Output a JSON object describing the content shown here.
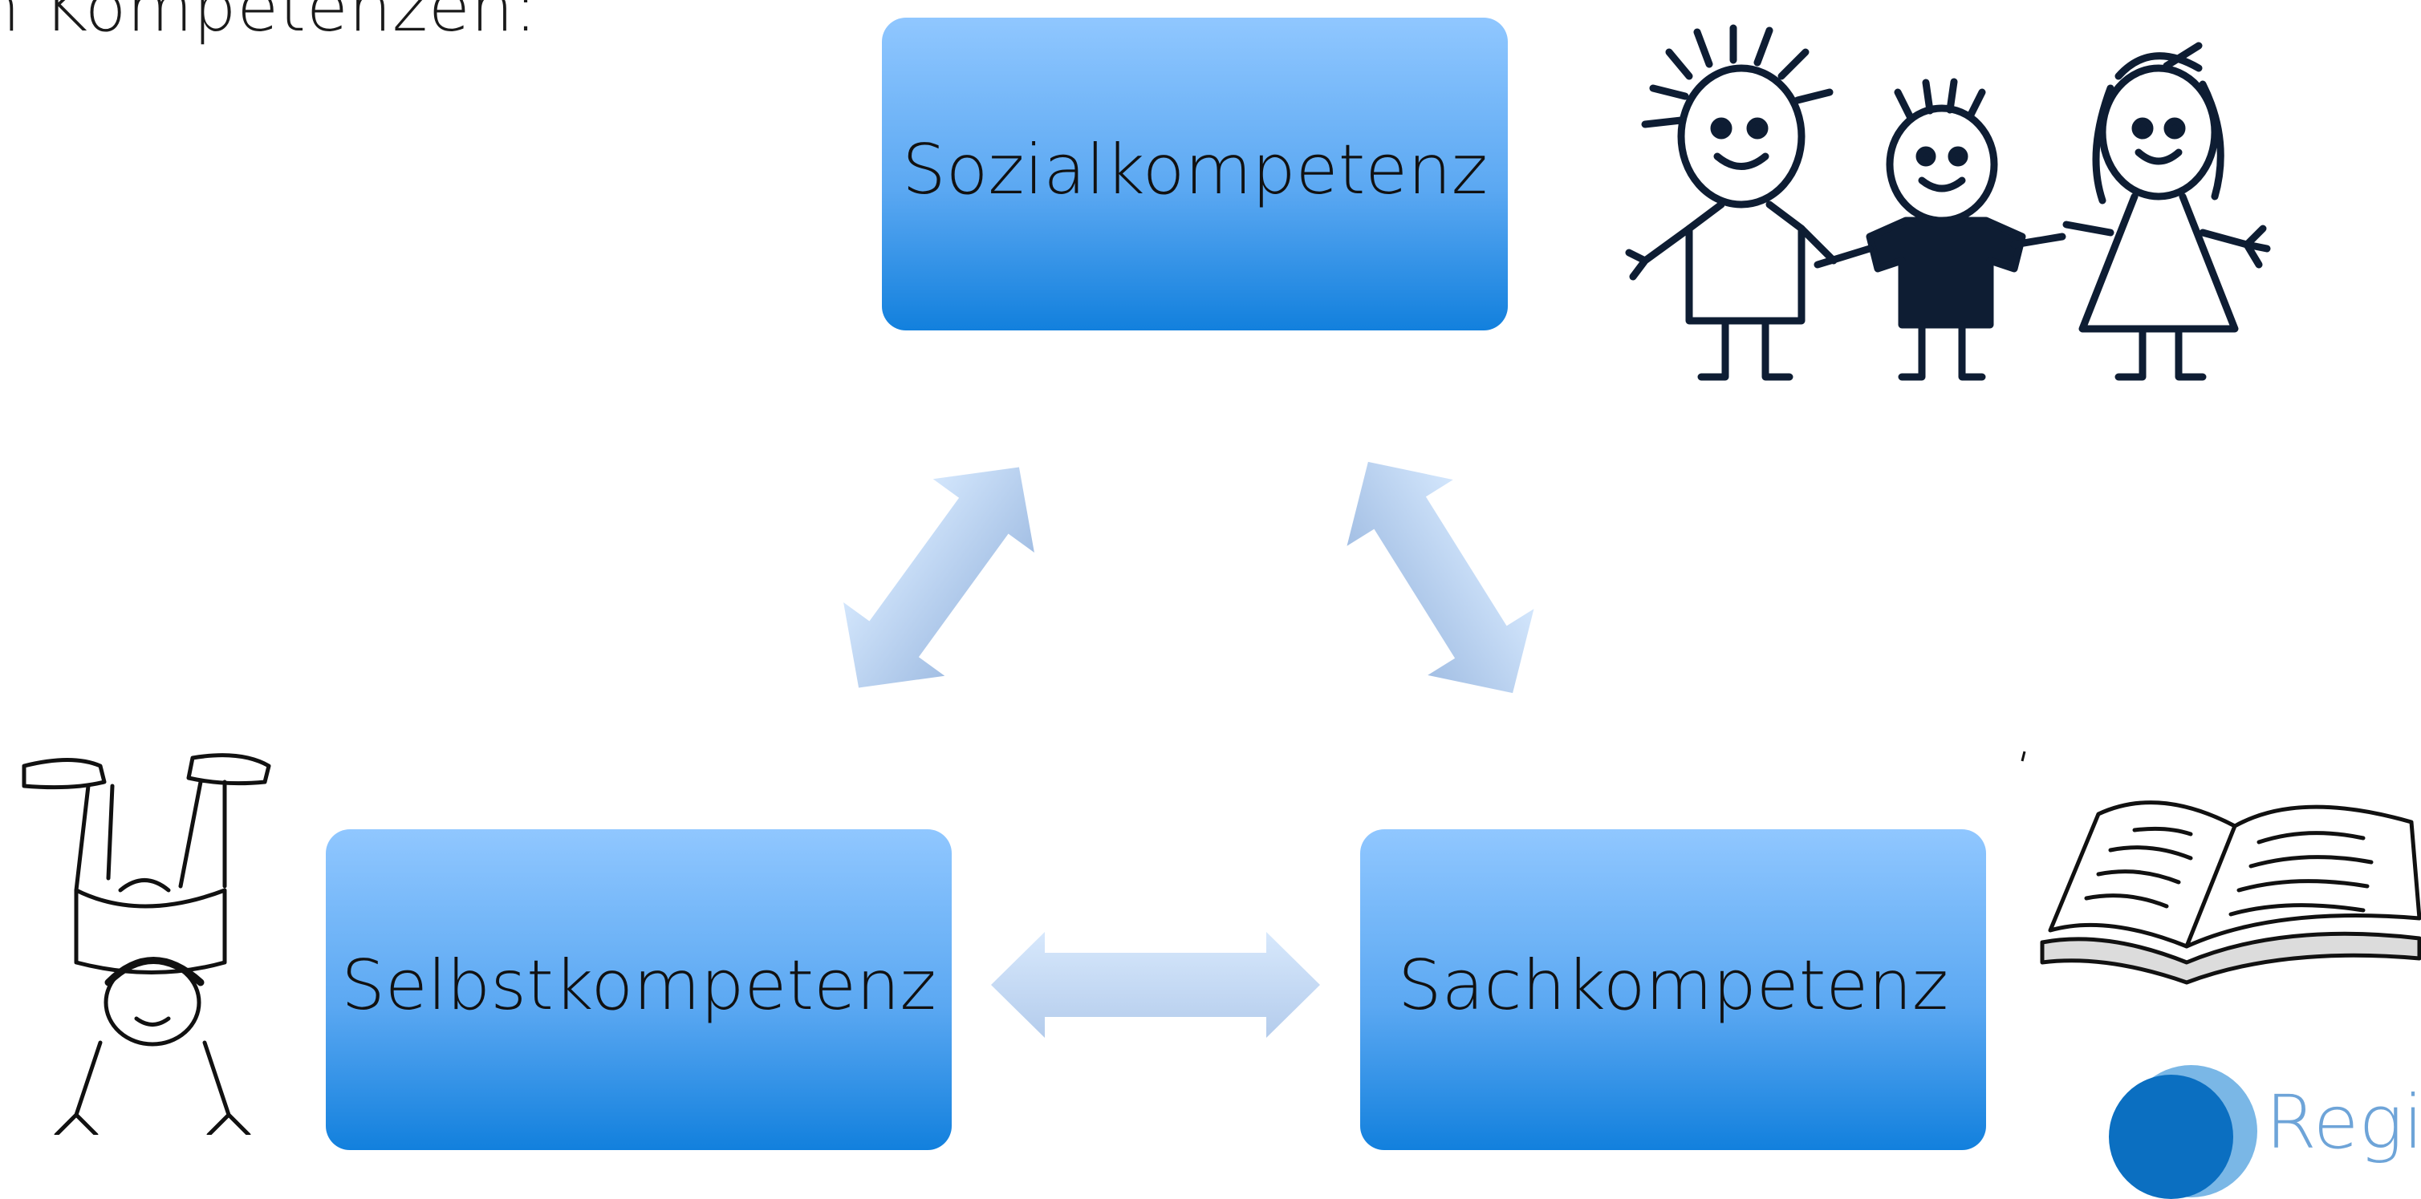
{
  "heading": "n Kompetenzen:",
  "boxes": {
    "sozial": "Sozialkompetenz",
    "selbst": "Selbstkompetenz",
    "sach": "Sachkompetenz"
  },
  "logo": {
    "text": "Regio"
  },
  "colors": {
    "box_top": "#90c7ff",
    "box_bottom": "#1280dd",
    "arrow_light": "#cfe3fb",
    "arrow_dark": "#a6c2e6",
    "ink": "#0e1d33"
  },
  "illustrations": [
    "children-holding-hands-icon",
    "handstand-child-icon",
    "open-book-icon"
  ]
}
